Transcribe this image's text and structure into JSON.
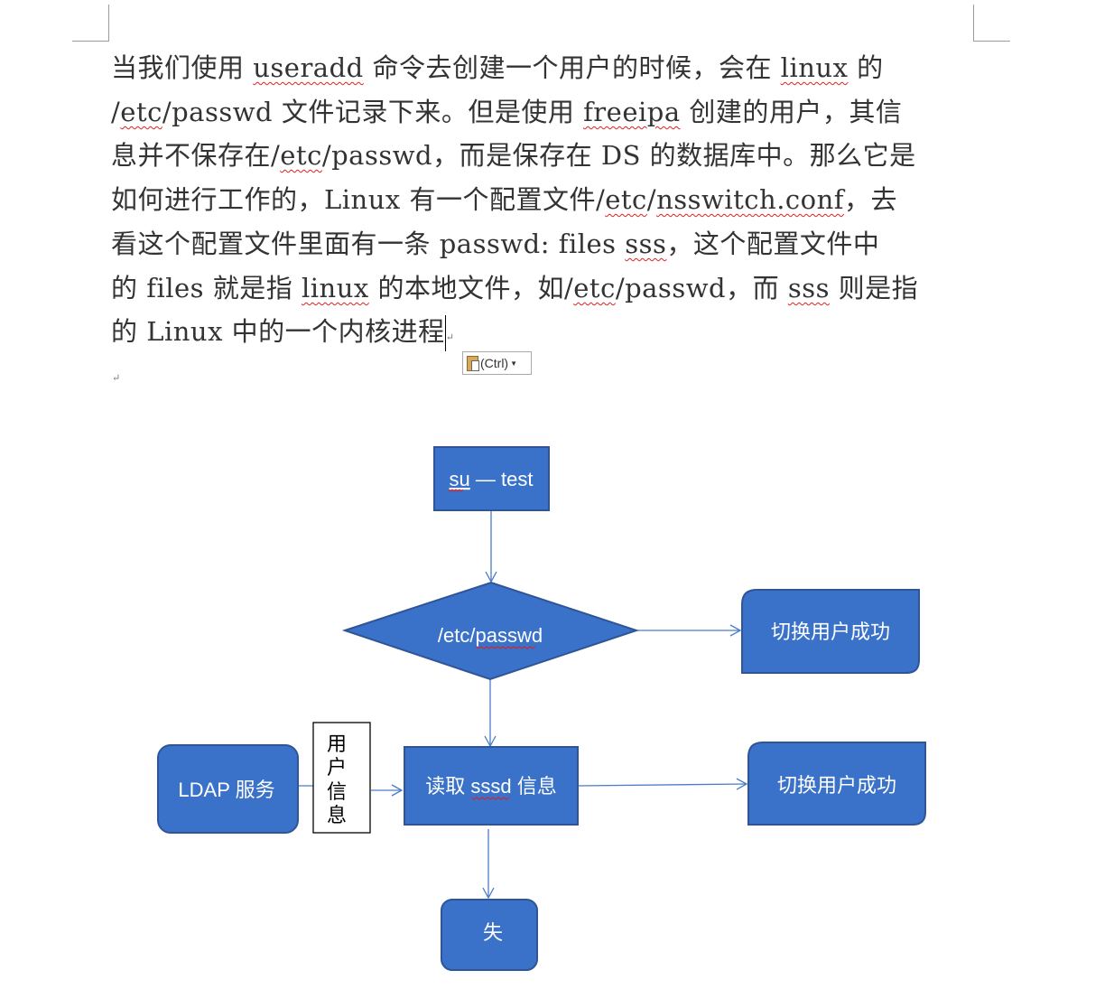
{
  "paragraph": {
    "lines": [
      [
        "当我们使用 ",
        "useradd",
        " 命令去创建一个用户的时候，会在 ",
        "linux",
        " 的"
      ],
      [
        "/",
        "etc",
        "/passwd 文件记录下来。但是使用 ",
        "freeipa",
        " 创建的用户，其信"
      ],
      [
        "息并不保存在/",
        "etc",
        "/passwd，而是保存在 DS 的数据库中。那么它是"
      ],
      [
        "如何进行工作的，Linux 有一个配置文件/",
        "etc",
        "/",
        "nsswitch.conf",
        "，去"
      ],
      [
        "看这个配置文件里面有一条 passwd: files ",
        "sss",
        "，这个配置文件中"
      ],
      [
        "的 files 就是指 ",
        "linux",
        " 的本地文件，如/",
        "etc",
        "/passwd，而 ",
        "sss",
        " 则是指"
      ],
      [
        "的 Linux 中的一个内核进程"
      ]
    ],
    "paragraph_mark": "↵"
  },
  "paste_options": {
    "label": "(Ctrl)"
  },
  "flowchart": {
    "start": {
      "prefix": "su",
      "rest": " — test"
    },
    "decision": {
      "prefix": "/etc/",
      "rest": "passwd"
    },
    "success_1": "切换用户成功",
    "read_sssd": {
      "a": "读取 ",
      "b": "sssd",
      "c": " 信息"
    },
    "ldap": "LDAP 服务",
    "user_info_label": [
      "用",
      "户",
      "信",
      "息"
    ],
    "success_2": "切换用户成功",
    "fail": "失"
  },
  "colors": {
    "shape_fill": "#3A72C9",
    "shape_border": "#2F5597",
    "arrow": "#4A7CC8"
  }
}
